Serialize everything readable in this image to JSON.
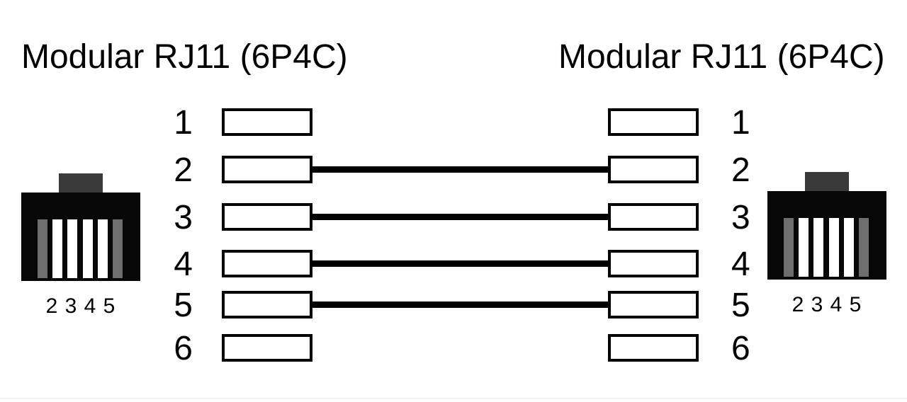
{
  "titles": {
    "left": "Modular RJ11 (6P4C)",
    "right": "Modular RJ11 (6P4C)"
  },
  "connectors": {
    "left": {
      "type": "rj11-6p4c-jack",
      "pin_label": "2 3 4 5"
    },
    "right": {
      "type": "rj11-6p4c-jack",
      "pin_label": "2 3 4 5"
    }
  },
  "pins": [
    {
      "number": "1",
      "connected": false
    },
    {
      "number": "2",
      "connected": true
    },
    {
      "number": "3",
      "connected": true
    },
    {
      "number": "4",
      "connected": true
    },
    {
      "number": "5",
      "connected": true
    },
    {
      "number": "6",
      "connected": false
    }
  ],
  "connections": [
    [
      "2",
      "2"
    ],
    [
      "3",
      "3"
    ],
    [
      "4",
      "4"
    ],
    [
      "5",
      "5"
    ]
  ],
  "colors": {
    "ink": "#000000",
    "connector_body": "#070707",
    "connector_tab": "#3a3a3a",
    "unused_slot": "#6e6e6e",
    "used_slot": "#ffffff",
    "wire": "#000000",
    "background": "#ffffff"
  }
}
